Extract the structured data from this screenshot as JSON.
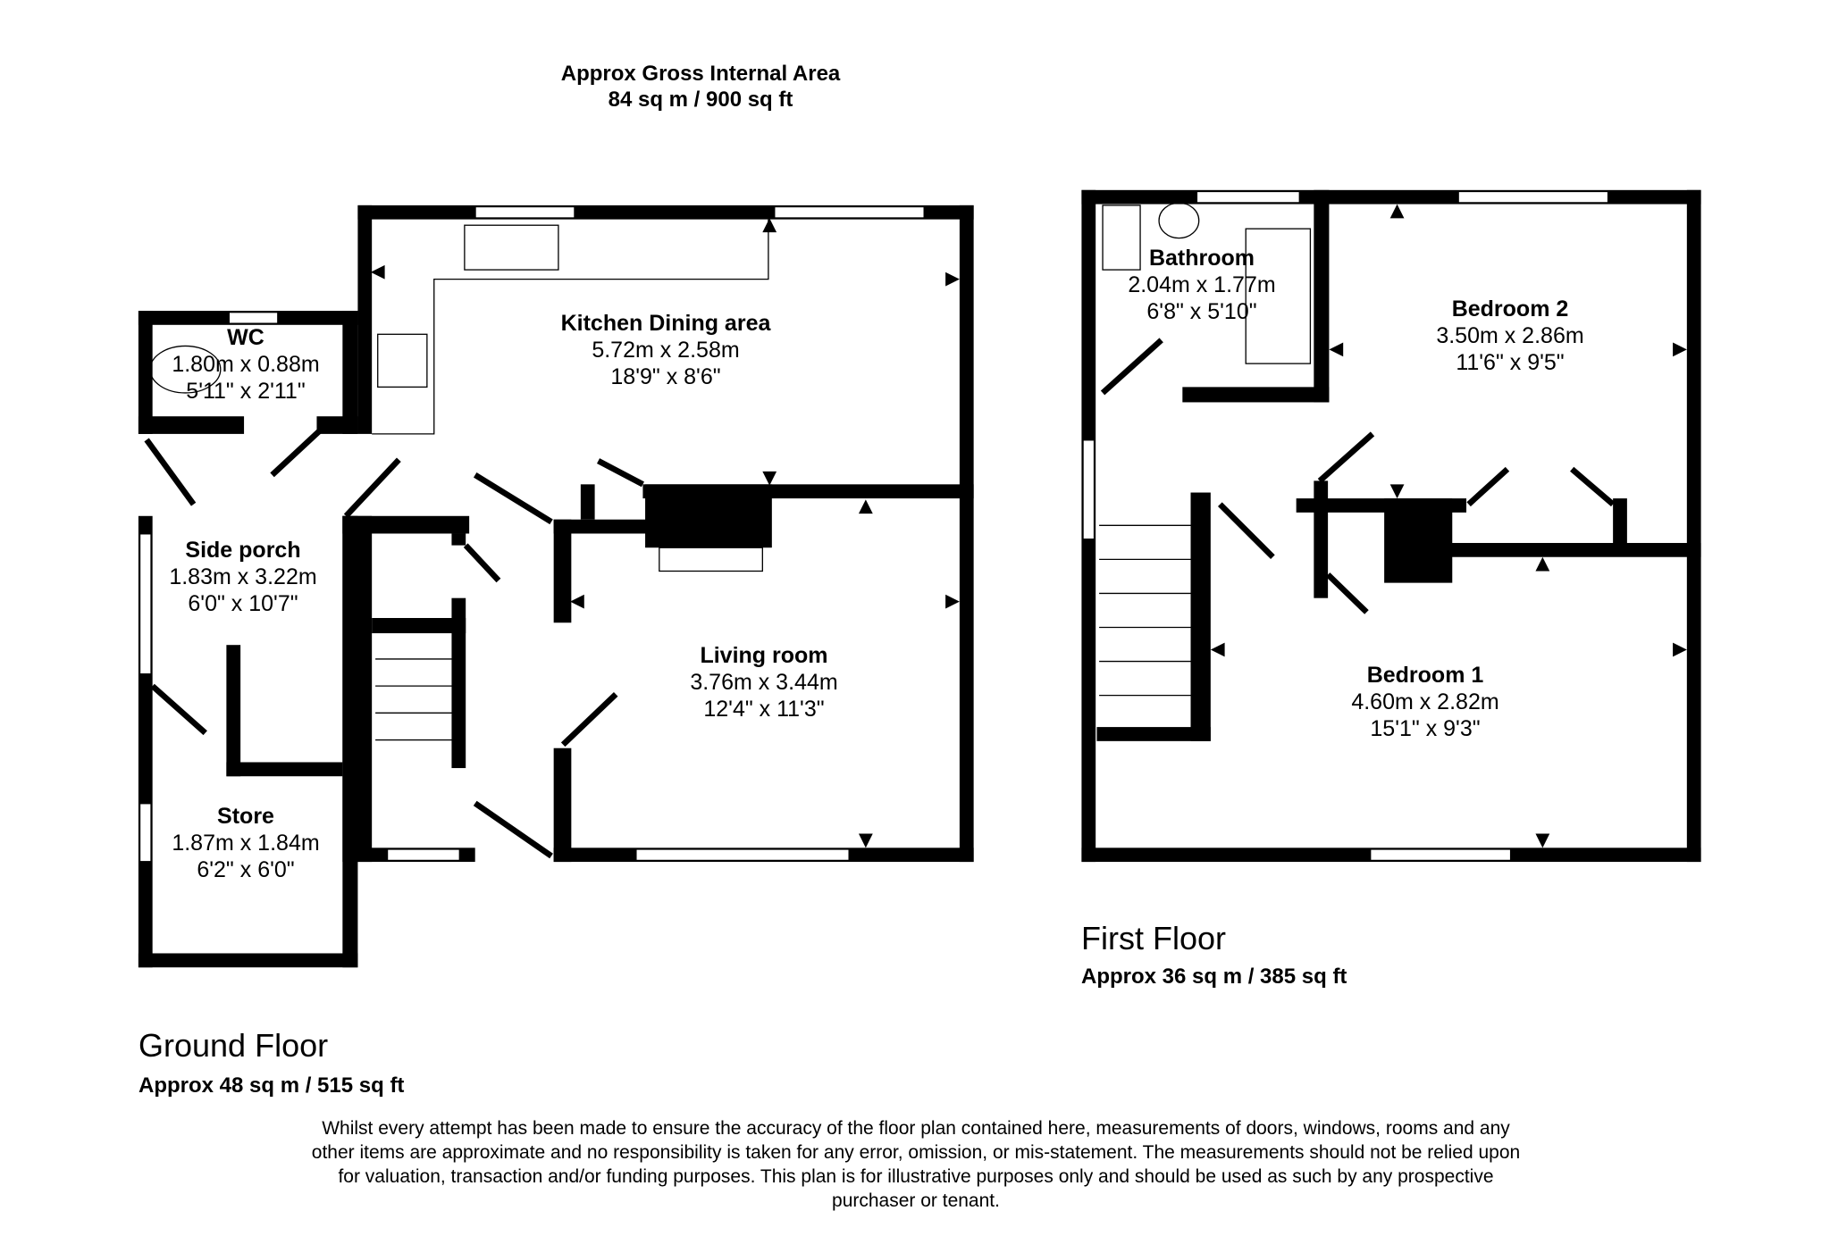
{
  "header": {
    "title": "Approx Gross Internal Area",
    "area": "84 sq m / 900 sq ft"
  },
  "ground_floor": {
    "label": "Ground Floor",
    "area": "Approx 48 sq m / 515 sq ft",
    "rooms": [
      {
        "name": "Kitchen Dining area",
        "metric": "5.72m x 2.58m",
        "imperial": "18'9\" x 8'6\""
      },
      {
        "name": "WC",
        "metric": "1.80m x 0.88m",
        "imperial": "5'11\" x 2'11\""
      },
      {
        "name": "Side porch",
        "metric": "1.83m x 3.22m",
        "imperial": "6'0\" x 10'7\""
      },
      {
        "name": "Living room",
        "metric": "3.76m x 3.44m",
        "imperial": "12'4\" x 11'3\""
      },
      {
        "name": "Store",
        "metric": "1.87m x 1.84m",
        "imperial": "6'2\" x 6'0\""
      }
    ]
  },
  "first_floor": {
    "label": "First Floor",
    "area": "Approx 36 sq m / 385 sq ft",
    "rooms": [
      {
        "name": "Bathroom",
        "metric": "2.04m x 1.77m",
        "imperial": "6'8\" x 5'10\""
      },
      {
        "name": "Bedroom 2",
        "metric": "3.50m x 2.86m",
        "imperial": "11'6\" x 9'5\""
      },
      {
        "name": "Bedroom 1",
        "metric": "4.60m x 2.82m",
        "imperial": "15'1\" x 9'3\""
      }
    ]
  },
  "disclaimer": "Whilst every attempt has been made to ensure the accuracy of the floor plan contained here, measurements of doors, windows, rooms and any other items are approximate and no responsibility is taken for any error, omission, or mis-statement. The measurements should not be relied upon for valuation, transaction and/or funding purposes. This plan is for illustrative purposes only and should be used as such by any prospective purchaser or tenant."
}
